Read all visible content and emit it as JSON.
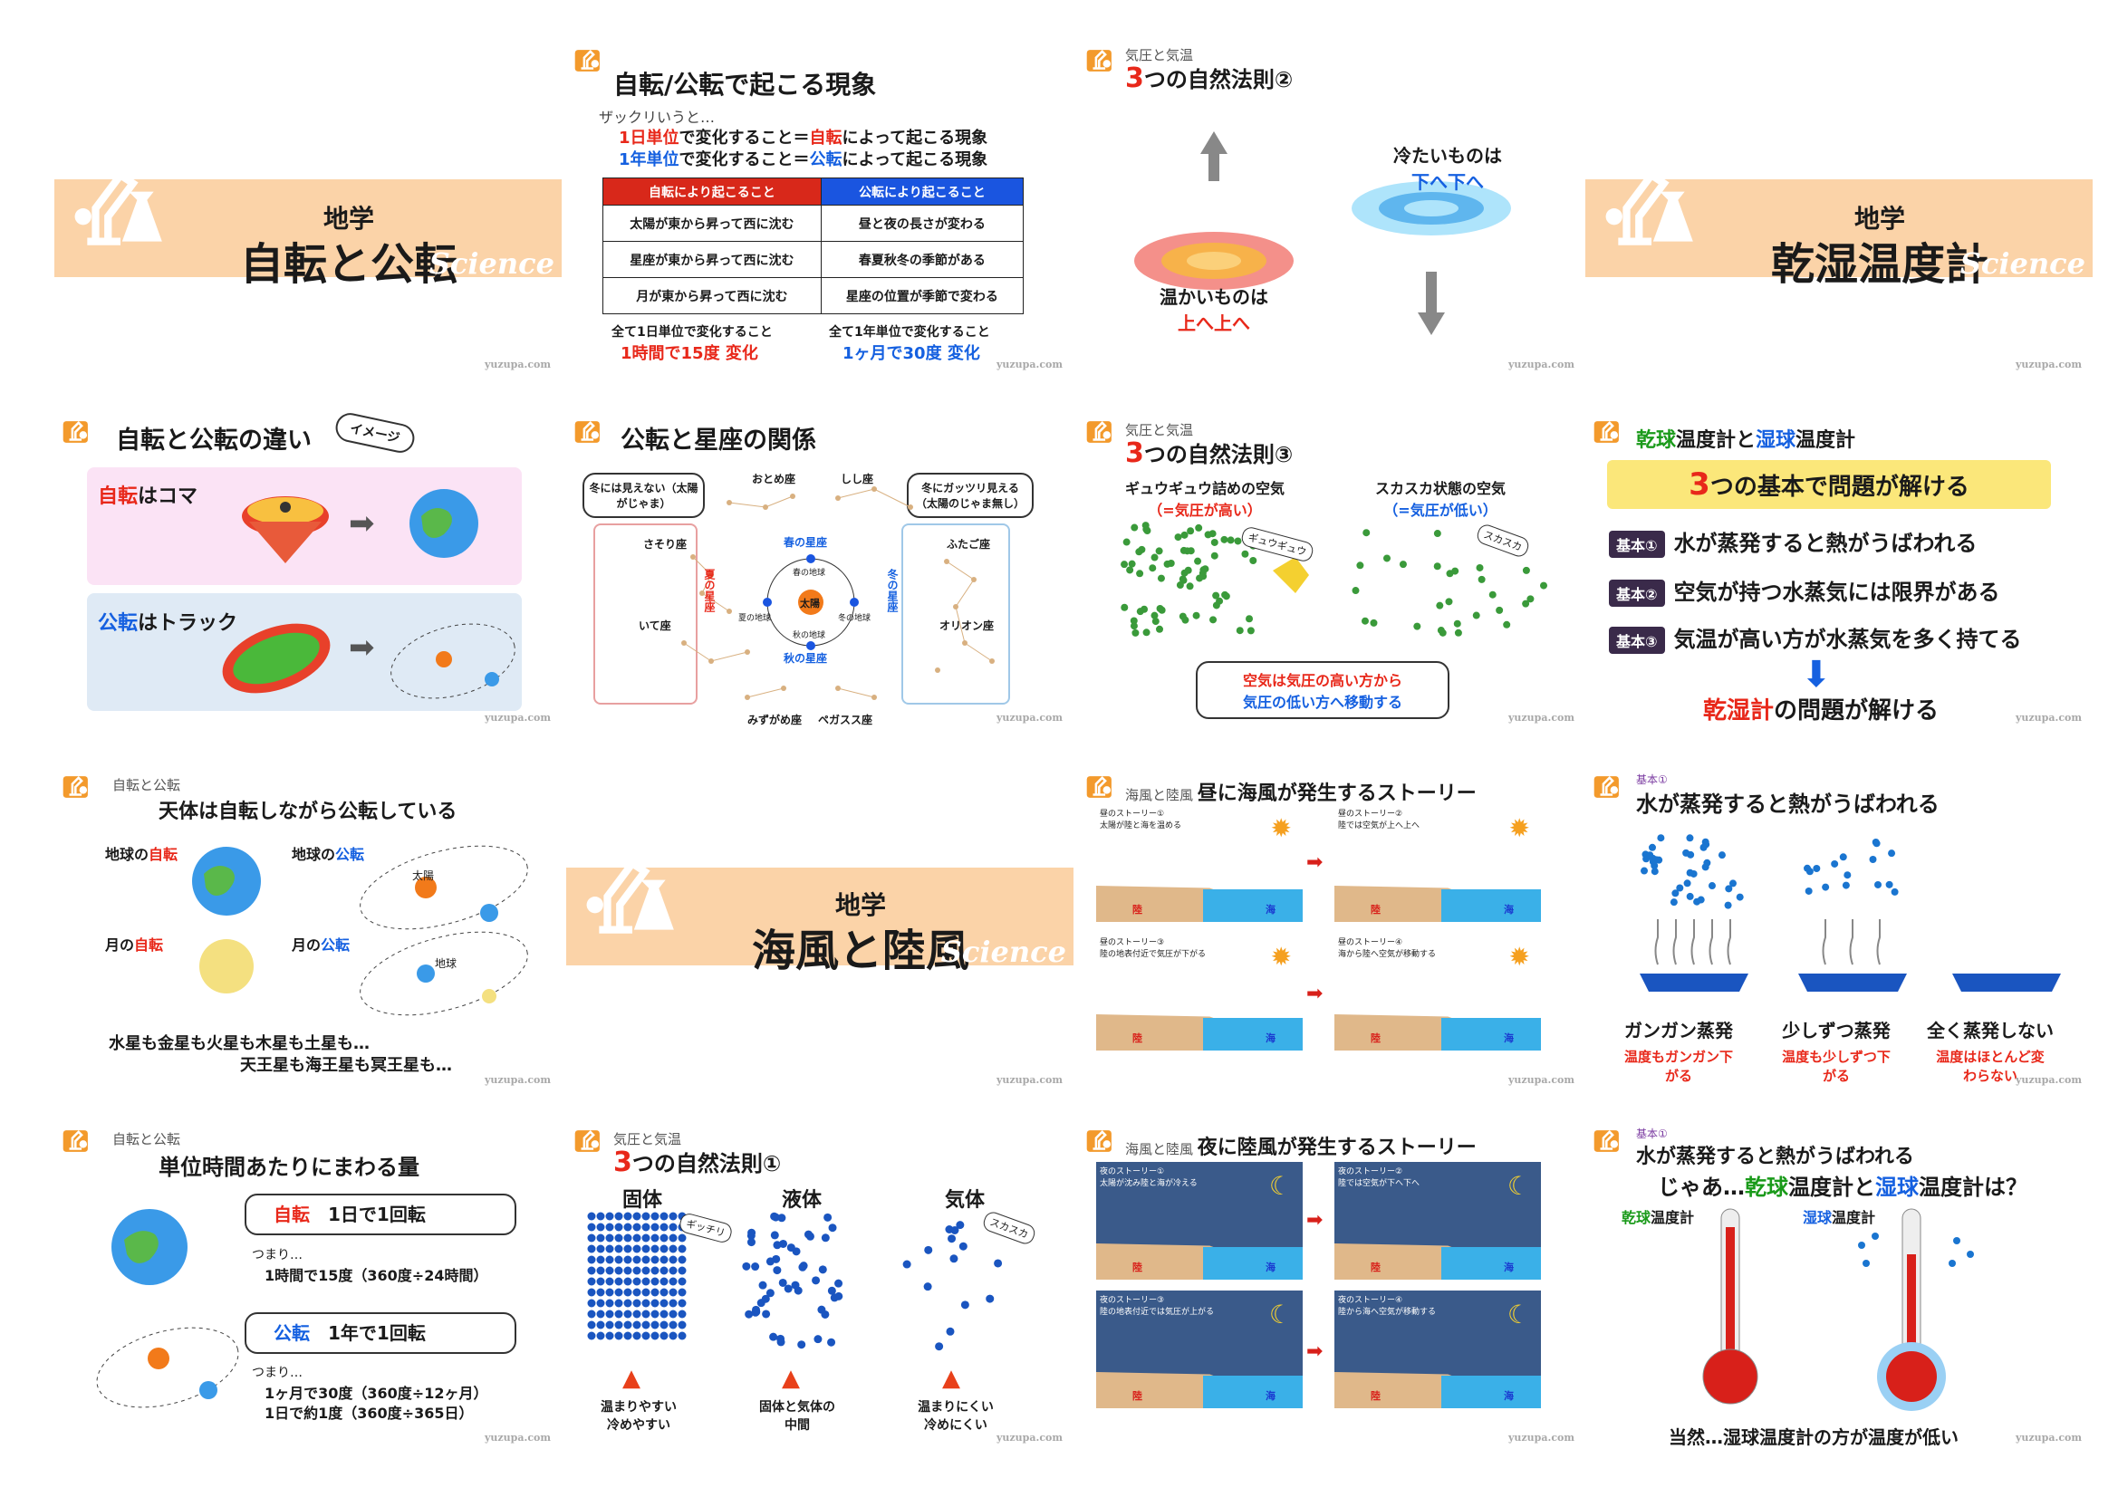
{
  "site": "yuzupa.com",
  "s1": {
    "cat": "地学",
    "title": "自転と公転",
    "sci": "Science"
  },
  "s2": {
    "title": "自転/公転で起こる現象",
    "lead": "ザックリいうと…",
    "l1a": "1日単位",
    "l1b": "で変化すること＝",
    "l1c": "自転",
    "l1d": "によって起こる現象",
    "l2a": "1年単位",
    "l2b": "で変化すること＝",
    "l2c": "公転",
    "l2d": "によって起こる現象",
    "th1": "自転により起こること",
    "th2": "公転により起こること",
    "rows": [
      [
        "太陽が東から昇って西に沈む",
        "昼と夜の長さが変わる"
      ],
      [
        "星座が東から昇って西に沈む",
        "春夏秋冬の季節がある"
      ],
      [
        "月が東から昇って西に沈む",
        "星座の位置が季節で変わる"
      ]
    ],
    "f1": "全て1日単位で変化すること",
    "f1b": "1時間で15度 変化",
    "f2": "全て1年単位で変化すること",
    "f2b": "1ヶ月で30度 変化"
  },
  "s3": {
    "cat": "気圧と気温",
    "num": "3",
    "title": "つの自然法則②",
    "cold1": "冷たいものは",
    "cold2": "下へ下へ",
    "warm1": "温かいものは",
    "warm2": "上へ上へ"
  },
  "s4": {
    "cat": "地学",
    "title": "乾湿温度計",
    "sci": "Science"
  },
  "s5": {
    "title": "自転と公転の違い",
    "tag": "イメージ",
    "p1a": "自転",
    "p1b": "はコマ",
    "p2a": "公転",
    "p2b": "はトラック"
  },
  "s6": {
    "title": "公転と星座の関係",
    "bl": "冬には見えない（太陽がじゃま）",
    "br": "冬にガッツリ見える（太陽のじゃま無し）",
    "labels": [
      "おとめ座",
      "しし座",
      "さそり座",
      "ふたご座",
      "いて座",
      "オリオン座",
      "みずがめ座",
      "ペガスス座",
      "春の星座",
      "秋の星座",
      "夏の星座",
      "冬の星座",
      "太陽",
      "春の地球",
      "夏の地球",
      "秋の地球",
      "冬の地球"
    ]
  },
  "s7": {
    "cat": "気圧と気温",
    "num": "3",
    "title": "つの自然法則③",
    "a1": "ギュウギュウ詰めの空気",
    "a2": "（=気圧が高い）",
    "b1": "スカスカ状態の空気",
    "b2": "（=気圧が低い）",
    "g1": "ギュウギュウ",
    "g2": "スカスカ",
    "m1": "空気は気圧の高い方から",
    "m2": "気圧の低い方へ移動する"
  },
  "s8": {
    "t1a": "乾球",
    "t1b": "温度計と",
    "t1c": "湿球",
    "t1d": "温度計",
    "head": "つの基本で問題が解ける",
    "headnum": "3",
    "k": [
      {
        "tag": "基本①",
        "text": "水が蒸発すると熱がうばわれる"
      },
      {
        "tag": "基本②",
        "text": "空気が持つ水蒸気には限界がある"
      },
      {
        "tag": "基本③",
        "text": "気温が高い方が水蒸気を多く持てる"
      }
    ],
    "res1": "乾湿計",
    "res2": "の問題が解ける"
  },
  "s9": {
    "cat": "自転と公転",
    "title": "天体は自転しながら公転している",
    "e1": "地球の",
    "e1b": "自転",
    "e2": "地球の",
    "e2b": "公転",
    "m1": "月の",
    "m1b": "自転",
    "m2": "月の",
    "m2b": "公転",
    "sun": "太陽",
    "earth": "地球",
    "f1": "水星も金星も火星も木星も土星も…",
    "f2": "天王星も海王星も冥王星も…"
  },
  "s10": {
    "cat": "地学",
    "title": "海風と陸風",
    "sci": "Science"
  },
  "s11": {
    "cat": "海風と陸風",
    "title": "昼に海風が発生するストーリー",
    "c1": "昼のストーリー①\n太陽が陸と海を温める",
    "c2": "昼のストーリー②\n陸では空気が上へ上へ",
    "c3": "昼のストーリー③\n陸の地表付近で気圧が下がる",
    "c4": "昼のストーリー④\n海から陸へ空気が移動する",
    "land": "陸",
    "sea": "海"
  },
  "s12": {
    "cat": "基本①",
    "title": "水が蒸発すると熱がうばわれる",
    "l1": "ガンガン蒸発",
    "l2": "少しずつ蒸発",
    "l3": "全く蒸発しない",
    "n1": "温度もガンガン下がる",
    "n2": "温度も少しずつ下がる",
    "n3": "温度はほとんど変わらない"
  },
  "s13": {
    "cat": "自転と公転",
    "title": "単位時間あたりにまわる量",
    "r1a": "自転",
    "r1b": "1日で1回転",
    "r1c": "つまり…",
    "r1d": "1時間で15度（360度÷24時間）",
    "r2a": "公転",
    "r2b": "1年で1回転",
    "r2c": "つまり…",
    "r2d": "1ヶ月で30度（360度÷12ヶ月）",
    "r2e": "1日で約1度（360度÷365日）"
  },
  "s14": {
    "cat": "気圧と気温",
    "num": "3",
    "title": "つの自然法則①",
    "h1": "固体",
    "h2": "液体",
    "h3": "気体",
    "g1": "ギッチリ",
    "g2": "スカスカ",
    "d1": "温まりやすい\n冷めやすい",
    "d2": "固体と気体の\n中間",
    "d3": "温まりにくい\n冷めにくい"
  },
  "s15": {
    "cat": "海風と陸風",
    "title": "夜に陸風が発生するストーリー",
    "c1": "夜のストーリー①\n太陽が沈み陸と海が冷える",
    "c2": "夜のストーリー②\n陸では空気が下へ下へ",
    "c3": "夜のストーリー③\n陸の地表付近では気圧が上がる",
    "c4": "夜のストーリー④\n陸から海へ空気が移動する",
    "land": "陸",
    "sea": "海"
  },
  "s16": {
    "cat": "基本①",
    "title": "水が蒸発すると熱がうばわれる",
    "q1": "じゃあ…",
    "q2": "乾球",
    "q3": "温度計と",
    "q4": "湿球",
    "q5": "温度計は？",
    "dl": "乾球温度計",
    "wl": "湿球温度計",
    "dla": "乾球",
    "dlb": "温度計",
    "wla": "湿球",
    "wlb": "温度計",
    "end": "当然…湿球温度計の方が温度が低い"
  },
  "colors": {
    "accent": "#e8281a",
    "blue": "#1560e0",
    "band": "#fbd3a8",
    "green": "#1a9a1a"
  }
}
